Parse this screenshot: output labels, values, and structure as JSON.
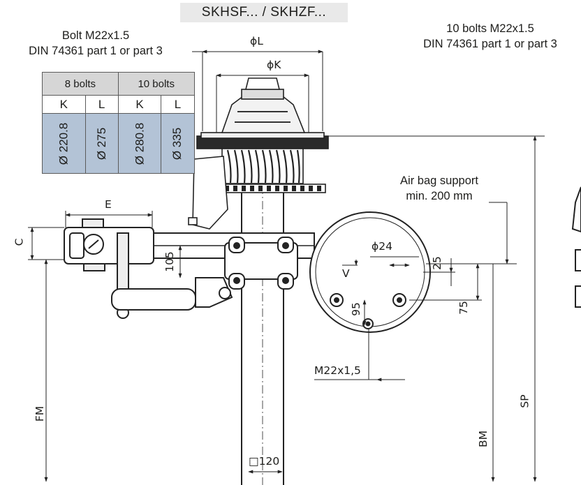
{
  "title": "SKHSF... / SKHZF...",
  "bolt_note": {
    "line1": "Bolt M22x1.5",
    "line2": "DIN 74361 part 1 or part 3"
  },
  "bolt_note_right": {
    "line1": "10 bolts M22x1.5",
    "line2": "DIN 74361 part 1 or part 3"
  },
  "bolt_table": {
    "groups": [
      "8 bolts",
      "10 bolts"
    ],
    "columns": [
      "K",
      "L",
      "K",
      "L"
    ],
    "values": [
      "Ø 220.8",
      "Ø 275",
      "Ø 280.8",
      "Ø 335"
    ]
  },
  "air_bag_note": {
    "line1": "Air bag support",
    "line2": "min. 200 mm"
  },
  "dimensions": {
    "phi_l": "ϕL",
    "phi_k": "ϕK",
    "e": "E",
    "c": "C",
    "d105": "105",
    "v": "V",
    "phi24": "ϕ24",
    "d25": "25",
    "d75": "75",
    "d95": "95",
    "m22": "M22x1,5",
    "sp": "SP",
    "fm": "FM",
    "bm": "BM",
    "sq120": "□120"
  }
}
